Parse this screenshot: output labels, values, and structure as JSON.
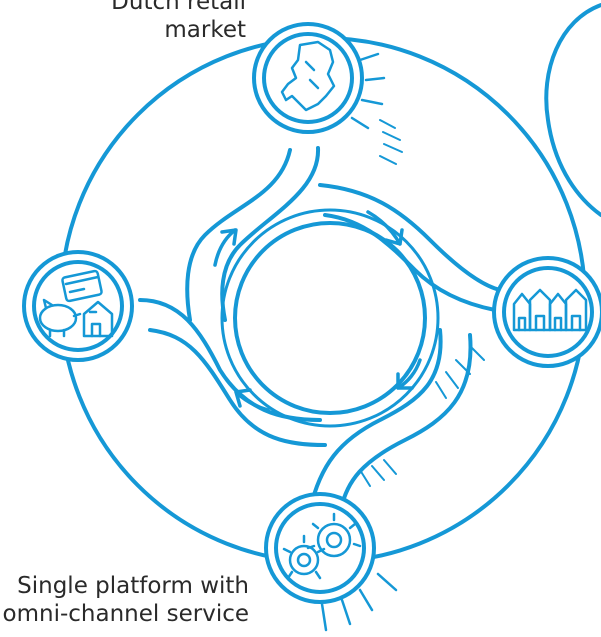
{
  "labels": {
    "top_line1": "Dutch retail",
    "top_line2": "market",
    "bottom_line1": "Single platform with",
    "bottom_line2": "omni-channel service"
  },
  "colors": {
    "stroke": "#1598d6",
    "text": "#2a2a2a",
    "background": "#ffffff"
  },
  "icons": [
    "netherlands-map-icon",
    "houses-icon",
    "gears-icon",
    "savings-icon"
  ]
}
